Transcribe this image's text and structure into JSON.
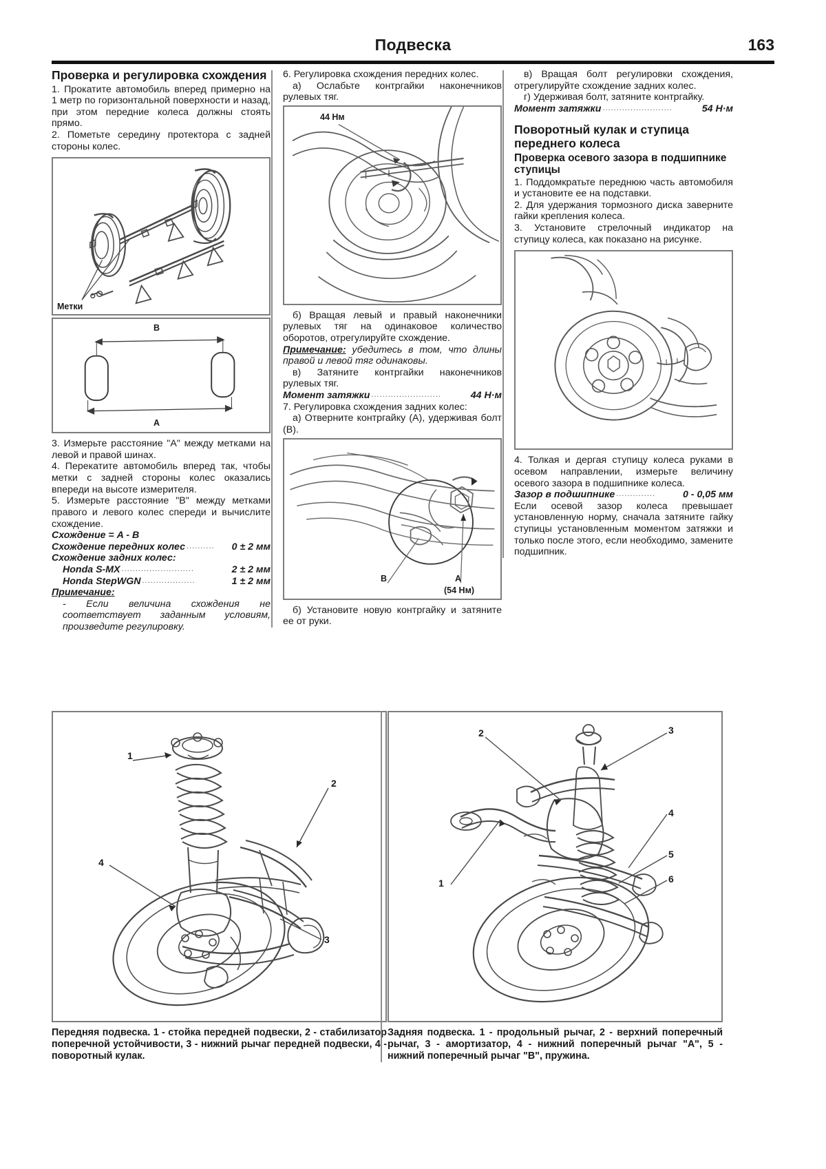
{
  "header": {
    "title": "Подвеска",
    "page_number": "163"
  },
  "col1": {
    "heading": "Проверка и регулировка схождения",
    "p1": "1. Прокатите автомобиль вперед примерно на 1 метр по горизонтальной поверхности и назад, при этом передние колеса должны стоять прямо.",
    "p2": "2. Пометьте середину протектора с задней стороны колес.",
    "fig1_label": "Метки",
    "fig2_label_b": "B",
    "fig2_label_a": "A",
    "p3": "3. Измерьте расстояние \"A\" между метками на левой и правой шинах.",
    "p4": "4. Перекатите автомобиль вперед так, чтобы метки с задней стороны колес оказались впереди на высоте измерителя.",
    "p5": "5. Измерьте расстояние \"B\" между метками правого и левого колес спереди и вычислите схождение.",
    "spec_formula": "Схождение = A - B",
    "spec_front_label": "Схождение передних колес",
    "spec_front_value": "0 ± 2 мм",
    "spec_rear_label": "Схождение задних колес:",
    "spec_smx_label": "Honda S-MX",
    "spec_smx_value": "2 ± 2 мм",
    "spec_stepwgn_label": "Honda StepWGN",
    "spec_stepwgn_value": "1 ± 2 мм",
    "note_title": "Примечание:",
    "note_body": "- Если величина схождения не соответствует заданным условиям, произведите регулировку."
  },
  "col2": {
    "p1": "6. Регулировка схождения передних колес.",
    "p1a": "а) Ослабьте контргайки наконечников рулевых тяг.",
    "fig3_label": "44 Нм",
    "p2b": "б) Вращая левый и правый наконечники рулевых тяг на одинаковое количество оборотов, отрегулируйте схождение.",
    "note_title": "Примечание:",
    "note_body": " убедитесь в том, что длины правой и левой тяг одинаковы.",
    "p2v": "в) Затяните контргайки наконечников рулевых тяг.",
    "spec_torque_label": "Момент затяжки",
    "spec_torque_value": "44 Н·м",
    "p3": "7. Регулировка схождения задних колес:",
    "p3a": "а) Отверните контргайку (A), удерживая болт (B).",
    "fig4_label_b": "B",
    "fig4_label_a": "A",
    "fig4_label_a2": "(54 Нм)",
    "p4b": "б) Установите новую контргайку и затяните ее от руки."
  },
  "col3": {
    "p1v": "в) Вращая болт регулировки схождения, отрегулируйте схождение задних колес.",
    "p1g": "г) Удерживая болт, затяните контргайку.",
    "spec_torque_label": "Момент затяжки",
    "spec_torque_value": "54 Н·м",
    "heading": "Поворотный кулак и ступица переднего колеса",
    "subheading": "Проверка осевого зазора в подшипнике ступицы",
    "p1": "1. Поддомкратьте переднюю часть автомобиля и установите ее на подставки.",
    "p2": "2. Для удержания тормозного диска заверните гайки крепления колеса.",
    "p3": "3. Установите стрелочный индикатор на ступицу колеса, как показано на рисунке.",
    "p4": "4. Толкая и дергая ступицу колеса руками в осевом направлении, измерьте величину осевого зазора в подшипнике колеса.",
    "spec_gap_label": "Зазор в подшипнике",
    "spec_gap_value": "0 - 0,05 мм",
    "p5": "Если осевой зазор колеса превышает установленную норму, сначала затяните гайку ступицы установленным моментом затяжки и только после этого, если необходимо, замените подшипник."
  },
  "bottom": {
    "left_caption": "Передняя подвеска. 1 - стойка передней подвески, 2 - стабилизатор поперечной устойчивости, 3 - нижний рычаг передней подвески, 4 - поворотный кулак.",
    "right_caption": "Задняя подвеска. 1 - продольный рычаг, 2 - верхний поперечный рычаг, 3 - амортизатор, 4 - нижний поперечный рычаг \"A\", 5 - нижний поперечный рычаг \"B\", пружина.",
    "left_callouts": [
      "1",
      "2",
      "3",
      "4"
    ],
    "right_callouts": [
      "1",
      "2",
      "3",
      "4",
      "5",
      "6"
    ]
  }
}
